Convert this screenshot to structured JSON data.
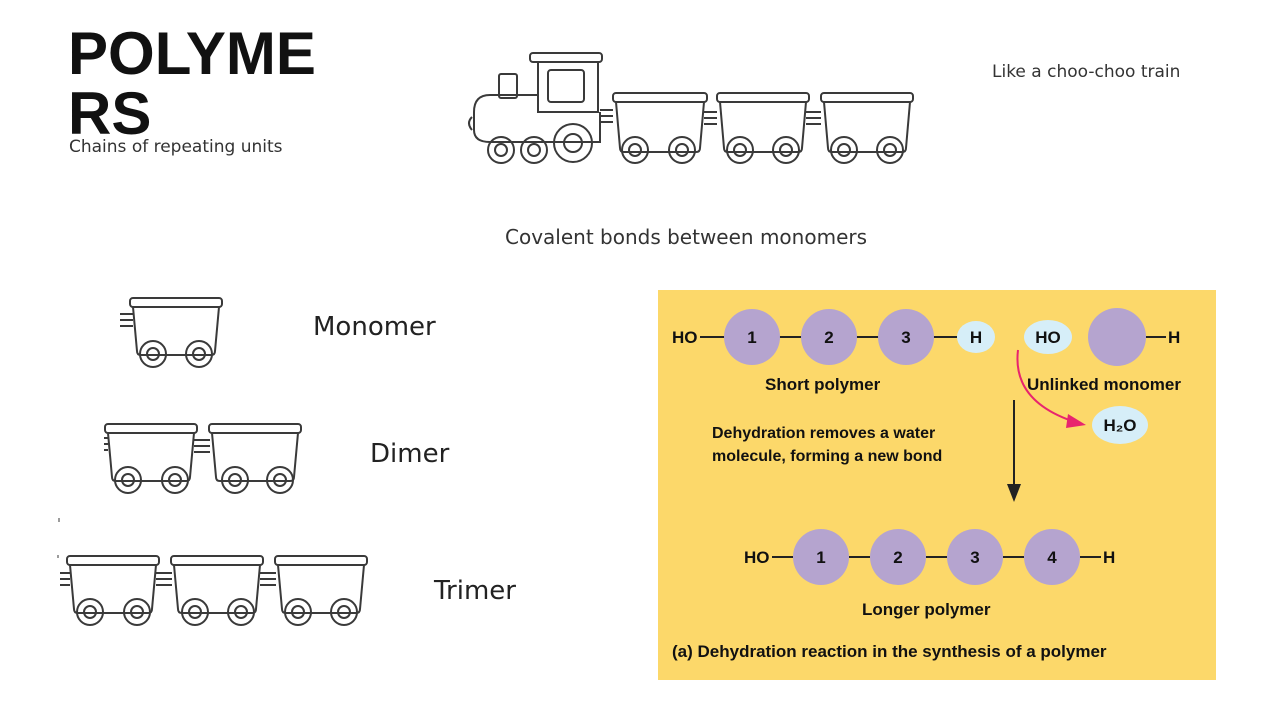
{
  "slide": {
    "title": "POLYMERS",
    "subtitle": "Chains of repeating units",
    "tagline": "Like a choo-choo train",
    "bond_note": "Covalent bonds between monomers"
  },
  "trains": {
    "monomer_label": "Monomer",
    "dimer_label": "Dimer",
    "trimer_label": "Trimer"
  },
  "figure": {
    "background": "#fcd86a",
    "monomer_color": "#b5a4cf",
    "hydrogen_color": "#d6eef8",
    "arrow_color": "#e8246e",
    "short_polymer_units": [
      "1",
      "2",
      "3"
    ],
    "longer_polymer_units": [
      "1",
      "2",
      "3",
      "4"
    ],
    "ho": "HO",
    "h": "H",
    "short_polymer_label": "Short polymer",
    "unlinked_monomer_label": "Unlinked monomer",
    "water": "H₂O",
    "dehydration_line1": "Dehydration removes a water",
    "dehydration_line2": "molecule, forming a new bond",
    "longer_polymer_label": "Longer polymer",
    "caption": "(a) Dehydration reaction in the synthesis of a polymer"
  }
}
